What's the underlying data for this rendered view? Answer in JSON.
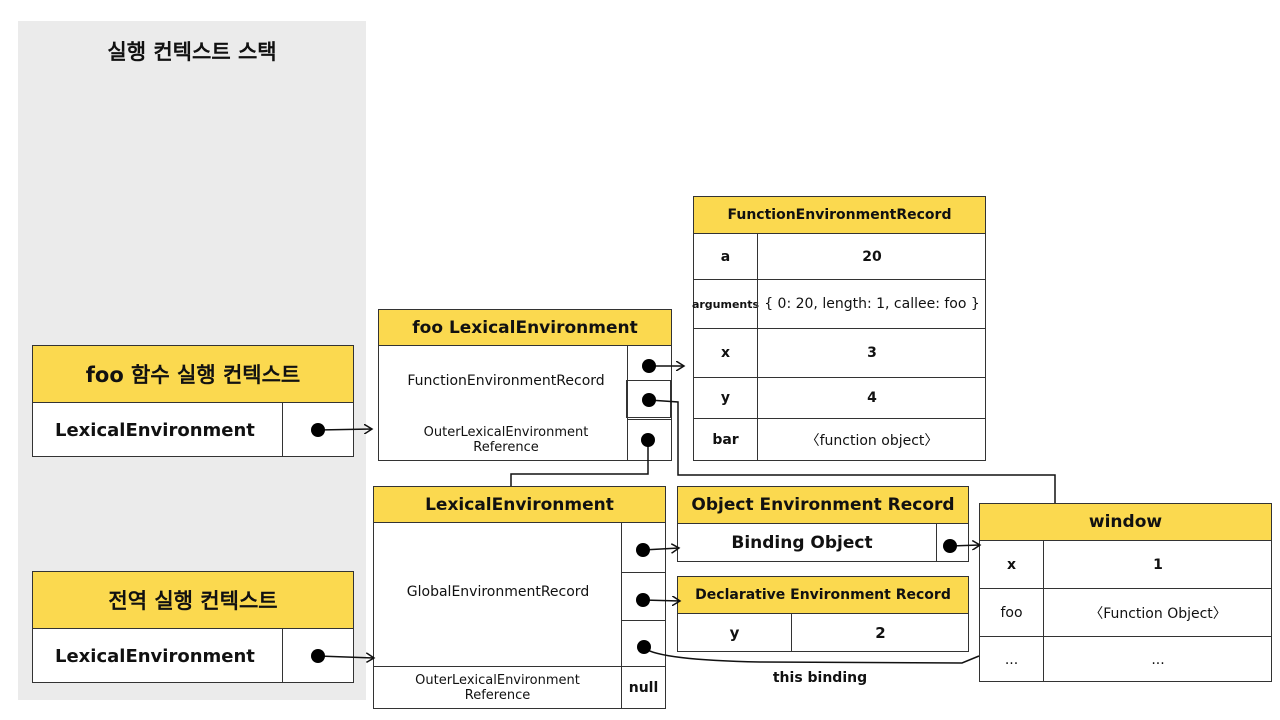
{
  "stack": {
    "title": "실행 컨텍스트 스택"
  },
  "foo_context": {
    "title": "foo 함수 실행 컨텍스트",
    "row_label": "LexicalEnvironment"
  },
  "global_context": {
    "title": "전역 실행 컨텍스트",
    "row_label": "LexicalEnvironment"
  },
  "foo_lexical_env": {
    "title": "foo LexicalEnvironment",
    "record_label": "FunctionEnvironmentRecord",
    "outer_label": "OuterLexicalEnvironment\nReference"
  },
  "function_env_record": {
    "title": "FunctionEnvironmentRecord",
    "rows": [
      {
        "key": "a",
        "value": "20"
      },
      {
        "key": "arguments",
        "value": "{ 0: 20, length: 1, callee: foo }"
      },
      {
        "key": "x",
        "value": "3"
      },
      {
        "key": "y",
        "value": "4"
      },
      {
        "key": "bar",
        "value": "〈function object〉"
      }
    ]
  },
  "global_lexical_env": {
    "title": "LexicalEnvironment",
    "record_label": "GlobalEnvironmentRecord",
    "outer_label": "OuterLexicalEnvironment\nReference",
    "outer_value": "null"
  },
  "object_env_record": {
    "title": "Object Environment Record",
    "row_label": "Binding Object"
  },
  "declarative_env_record": {
    "title": "Declarative Environment Record",
    "key": "y",
    "value": "2"
  },
  "window_object": {
    "title": "window",
    "rows": [
      {
        "key": "x",
        "value": "1"
      },
      {
        "key": "foo",
        "value": "〈Function Object〉"
      },
      {
        "key": "...",
        "value": "..."
      }
    ]
  },
  "labels": {
    "this_binding": "this binding"
  },
  "colors": {
    "header": "#fbd94f",
    "panel": "#ebebeb",
    "line": "#111111"
  }
}
